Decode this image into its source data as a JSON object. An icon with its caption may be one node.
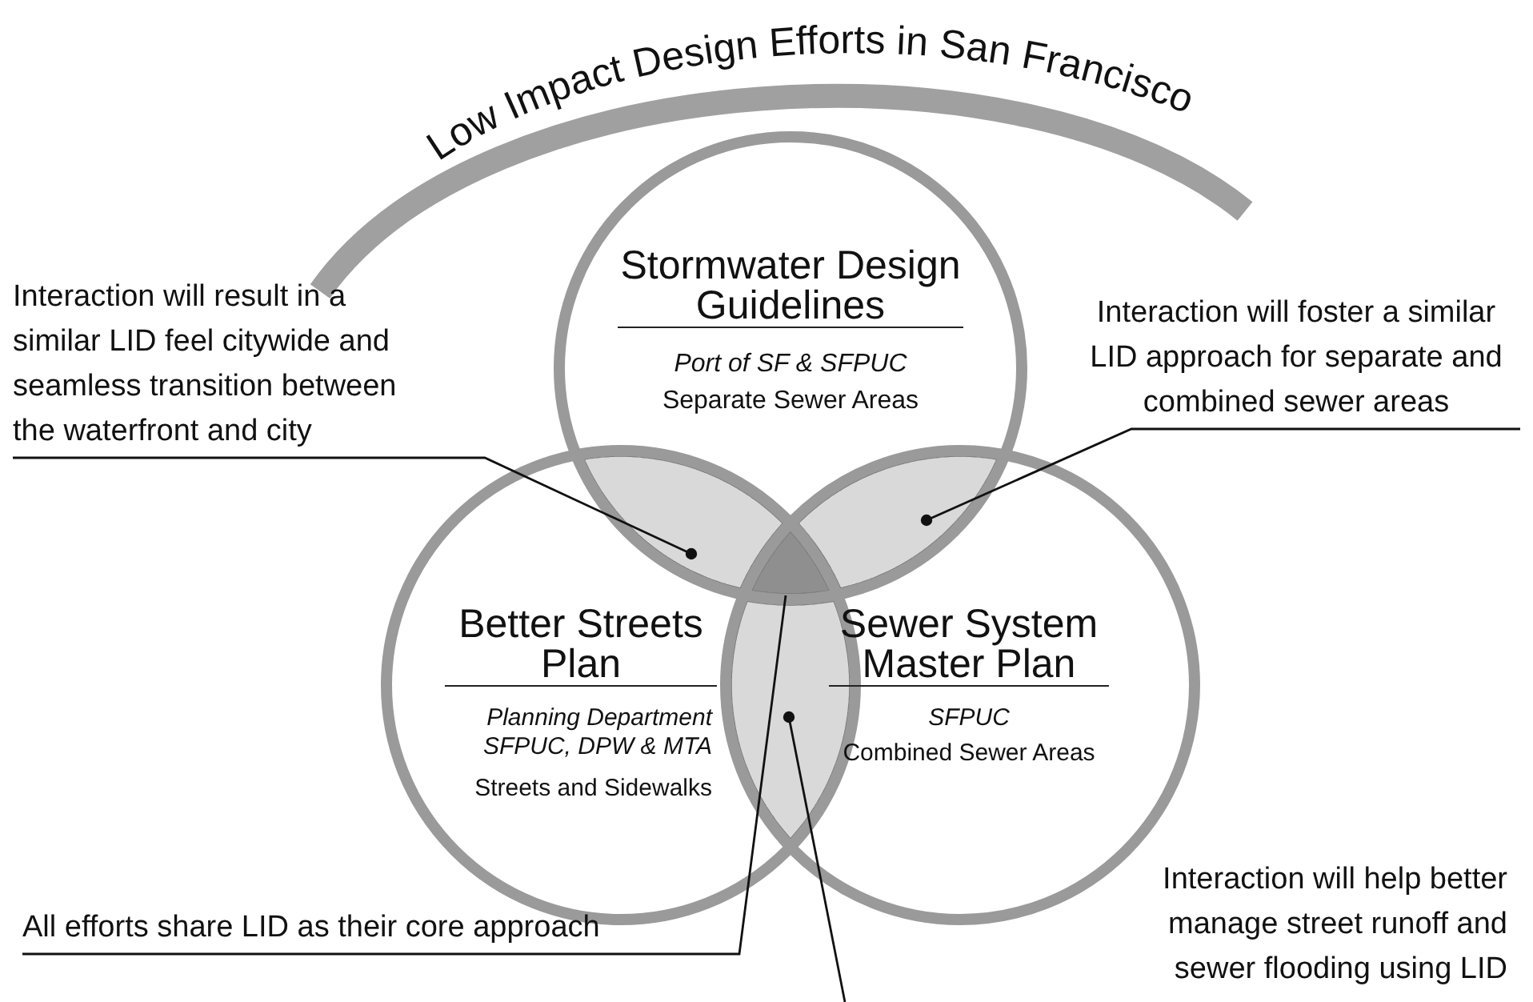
{
  "diagram": {
    "title": "Low Impact Design Efforts in San Francisco",
    "nodes": [
      {
        "text": [
          "Stormwater Design Guidelines",
          "Port of SF & SFPUC",
          "Separate Sewer Areas"
        ]
      },
      {
        "text": [
          "Better Streets Plan",
          "Planning Department SFPUC, DPW & MTA",
          "Streets and Sidewalks"
        ]
      },
      {
        "text": [
          "Sewer System Master Plan",
          "SFPUC",
          "Combined Sewer Areas"
        ]
      },
      {
        "text": [
          "Interaction will result in a similar LID feel citywide and seamless transition between the waterfront and city"
        ]
      },
      {
        "text": [
          "Interaction will foster a similar LID approach for separate and combined sewer areas"
        ]
      },
      {
        "text": [
          "All efforts share LID as their core approach"
        ]
      },
      {
        "text": [],
        "shape": "lens"
      },
      {
        "text": [],
        "shape": "lens"
      },
      {
        "text": [],
        "shape": "triangle"
      },
      {
        "text": [],
        "shape": "lens"
      }
    ],
    "edges": [
      {
        "from": 3,
        "to": 6,
        "arrow": "other"
      },
      {
        "from": 4,
        "to": 7,
        "arrow": "other"
      },
      {
        "from": 5,
        "to": 8,
        "arrow": "none"
      },
      {
        "from": null,
        "to": 9,
        "arrow": "other"
      }
    ],
    "labels": [
      "Interaction will help better manage street runoff and sewer flooding using LID"
    ]
  }
}
